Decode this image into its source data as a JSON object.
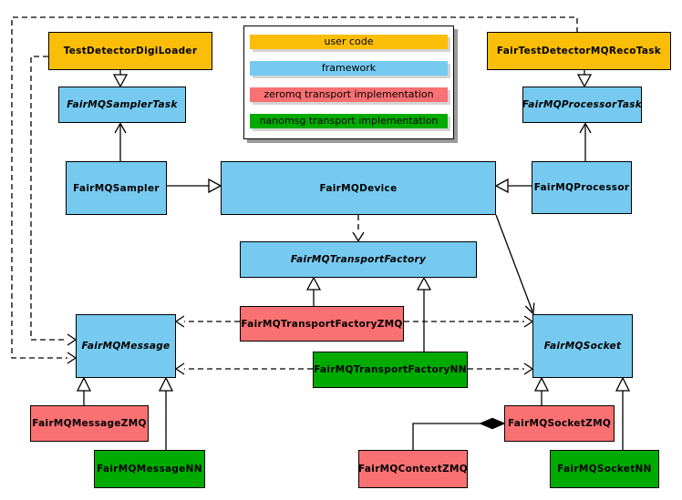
{
  "legend": {
    "items": [
      {
        "label": "user code",
        "color": "#FBBE08"
      },
      {
        "label": "framework",
        "color": "#76CAF0"
      },
      {
        "label": "zeromq transport implementation",
        "color": "#F97173"
      },
      {
        "label": "nanomsg transport implementation",
        "color": "#00AB00"
      }
    ]
  },
  "colors": {
    "user_code": "#FBBE08",
    "framework": "#76CAF0",
    "zeromq": "#F97173",
    "nanomsg": "#00AB00",
    "line": "#000000",
    "background": "#FFFFFF"
  },
  "nodes": {
    "testDetectorDigiLoader": {
      "label": "TestDetectorDigiLoader",
      "category": "user code",
      "abstract": false
    },
    "fairTestDetectorMQRecoTask": {
      "label": "FairTestDetectorMQRecoTask",
      "category": "user code",
      "abstract": false
    },
    "fairMQSamplerTask": {
      "label": "FairMQSamplerTask",
      "category": "framework",
      "abstract": true
    },
    "fairMQProcessorTask": {
      "label": "FairMQProcessorTask",
      "category": "framework",
      "abstract": true
    },
    "fairMQSampler": {
      "label": "FairMQSampler",
      "category": "framework",
      "abstract": false
    },
    "fairMQDevice": {
      "label": "FairMQDevice",
      "category": "framework",
      "abstract": false
    },
    "fairMQProcessor": {
      "label": "FairMQProcessor",
      "category": "framework",
      "abstract": false
    },
    "fairMQTransportFactory": {
      "label": "FairMQTransportFactory",
      "category": "framework",
      "abstract": true
    },
    "fairMQTransportFactoryZMQ": {
      "label": "FairMQTransportFactoryZMQ",
      "category": "zeromq",
      "abstract": false
    },
    "fairMQTransportFactoryNN": {
      "label": "FairMQTransportFactoryNN",
      "category": "nanomsg",
      "abstract": false
    },
    "fairMQMessage": {
      "label": "FairMQMessage",
      "category": "framework",
      "abstract": true
    },
    "fairMQSocket": {
      "label": "FairMQSocket",
      "category": "framework",
      "abstract": true
    },
    "fairMQMessageZMQ": {
      "label": "FairMQMessageZMQ",
      "category": "zeromq",
      "abstract": false
    },
    "fairMQMessageNN": {
      "label": "FairMQMessageNN",
      "category": "nanomsg",
      "abstract": false
    },
    "fairMQSocketZMQ": {
      "label": "FairMQSocketZMQ",
      "category": "zeromq",
      "abstract": false
    },
    "fairMQSocketNN": {
      "label": "FairMQSocketNN",
      "category": "nanomsg",
      "abstract": false
    },
    "fairMQContextZMQ": {
      "label": "FairMQContextZMQ",
      "category": "zeromq",
      "abstract": false
    }
  },
  "edges": [
    {
      "from": "TestDetectorDigiLoader",
      "to": "FairMQSamplerTask",
      "type": "inheritance",
      "style": "solid"
    },
    {
      "from": "FairTestDetectorMQRecoTask",
      "to": "FairMQProcessorTask",
      "type": "inheritance",
      "style": "solid"
    },
    {
      "from": "FairMQSampler",
      "to": "FairMQSamplerTask",
      "type": "association",
      "style": "solid"
    },
    {
      "from": "FairMQProcessor",
      "to": "FairMQProcessorTask",
      "type": "association",
      "style": "solid"
    },
    {
      "from": "FairMQSampler",
      "to": "FairMQDevice",
      "type": "inheritance",
      "style": "solid"
    },
    {
      "from": "FairMQProcessor",
      "to": "FairMQDevice",
      "type": "inheritance",
      "style": "solid"
    },
    {
      "from": "FairMQDevice",
      "to": "FairMQTransportFactory",
      "type": "dependency",
      "style": "dashed"
    },
    {
      "from": "FairMQDevice",
      "to": "FairMQSocket",
      "type": "association",
      "style": "solid"
    },
    {
      "from": "FairMQTransportFactoryZMQ",
      "to": "FairMQTransportFactory",
      "type": "inheritance",
      "style": "solid"
    },
    {
      "from": "FairMQTransportFactoryNN",
      "to": "FairMQTransportFactory",
      "type": "inheritance",
      "style": "solid"
    },
    {
      "from": "FairMQTransportFactoryZMQ",
      "to": "FairMQMessage",
      "type": "dependency",
      "style": "dashed"
    },
    {
      "from": "FairMQTransportFactoryZMQ",
      "to": "FairMQSocket",
      "type": "dependency",
      "style": "dashed"
    },
    {
      "from": "FairMQTransportFactoryNN",
      "to": "FairMQMessage",
      "type": "dependency",
      "style": "dashed"
    },
    {
      "from": "FairMQTransportFactoryNN",
      "to": "FairMQSocket",
      "type": "dependency",
      "style": "dashed"
    },
    {
      "from": "TestDetectorDigiLoader",
      "to": "FairMQMessage",
      "type": "dependency",
      "style": "dashed"
    },
    {
      "from": "FairTestDetectorMQRecoTask",
      "to": "FairMQMessage",
      "type": "dependency",
      "style": "dashed"
    },
    {
      "from": "FairMQMessageZMQ",
      "to": "FairMQMessage",
      "type": "inheritance",
      "style": "solid"
    },
    {
      "from": "FairMQMessageNN",
      "to": "FairMQMessage",
      "type": "inheritance",
      "style": "solid"
    },
    {
      "from": "FairMQSocketZMQ",
      "to": "FairMQSocket",
      "type": "inheritance",
      "style": "solid"
    },
    {
      "from": "FairMQSocketNN",
      "to": "FairMQSocket",
      "type": "inheritance",
      "style": "solid"
    },
    {
      "from": "FairMQContextZMQ",
      "to": "FairMQSocketZMQ",
      "type": "composition",
      "style": "solid"
    }
  ]
}
